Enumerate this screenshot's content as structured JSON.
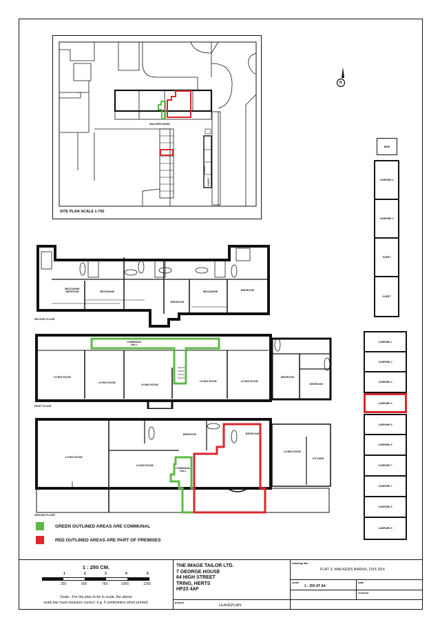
{
  "site_plan": {
    "caption": "SITE PLAN SCALE 1:750",
    "street_label": "WALKERS BARN",
    "guest_labels": [
      "GUEST",
      "GUEST"
    ]
  },
  "north_arrow": {
    "label": "N"
  },
  "floors": {
    "second": {
      "label": "SECOND FLOOR",
      "rooms": [
        "MEZZANINE BEDROOM",
        "MEZZANINE",
        "BEDROOM",
        "MEZZANINE",
        "BEDROOM"
      ]
    },
    "first": {
      "label": "FIRST FLOOR",
      "communal_label": "COMMUNAL HALL",
      "rooms": [
        "LIVING ROOM",
        "LIVING ROOM",
        "LIVING ROOM",
        "LIVING ROOM",
        "LIVING ROOM",
        "BEDROOM",
        "BEDROOM"
      ]
    },
    "ground": {
      "label": "GROUND FLOOR",
      "communal_label": "COMMUNAL HALL",
      "rooms": [
        "LIVING ROOM",
        "LIVING ROOM",
        "BEDROOM",
        "BEDROOM",
        "LIVING ROOM",
        "KITCHEN"
      ]
    }
  },
  "car_parks_upper": [
    {
      "label": "BINS"
    },
    {
      "label": "CARPARK 4"
    },
    {
      "label": "CARPARK 4"
    },
    {
      "label": "GUEST"
    },
    {
      "label": "GUEST"
    }
  ],
  "car_parks_lower": [
    {
      "label": "CARPARK 1",
      "highlight": false
    },
    {
      "label": "CARPARK 2",
      "highlight": false
    },
    {
      "label": "CARPARK 2",
      "highlight": false
    },
    {
      "label": "CARPARK 3",
      "highlight": true
    },
    {
      "label": "CARPARK 5",
      "highlight": false
    },
    {
      "label": "CARPARK 6",
      "highlight": false
    },
    {
      "label": "CARPARK 7",
      "highlight": false
    },
    {
      "label": "CARPARK 7",
      "highlight": false
    },
    {
      "label": "CARPARK 8",
      "highlight": false
    },
    {
      "label": "CARPARK 9",
      "highlight": false
    }
  ],
  "legend": {
    "green": {
      "text": "GREEN OUTLINED AREAS ARE COMMUNAL",
      "color": "#5cb946"
    },
    "red": {
      "text": "RED OUTLINED AREAS ARE PART OF PREMISES",
      "color": "#e0262b"
    }
  },
  "colors": {
    "communal": "#5cb946",
    "premises": "#d9262b",
    "ink": "#111111"
  },
  "title_block": {
    "scale_heading": "1 : 250 CM.",
    "scale_top_ticks": [
      "1",
      "2",
      "3",
      "4",
      "5"
    ],
    "scale_bottom_ticks": [
      "250",
      "500",
      "750",
      "1000",
      "1250"
    ],
    "scale_note_1": "Scale : For the plan to be in scale, the above",
    "scale_note_2": "scale bar must measure correct. e.g. 5 centimeters when printed.",
    "company": [
      "THE IMAGE TAILOR LTD.",
      "7 GEORGE HOUSE",
      "64 HIGH STREET",
      "TRING, HERTS",
      "HP23 4AF"
    ],
    "project_label": "project",
    "project_value": "LEASEPLAN",
    "drawing_title_label": "drawing title",
    "drawing_title_value": "FLAT 3, WALKERS BARNS, OX5 3DX",
    "scale_label": "scale",
    "scale_value": "1 : 250 AT A4",
    "date_label": "date",
    "date_value": "",
    "revision_label": "revision",
    "revision_value": ""
  }
}
